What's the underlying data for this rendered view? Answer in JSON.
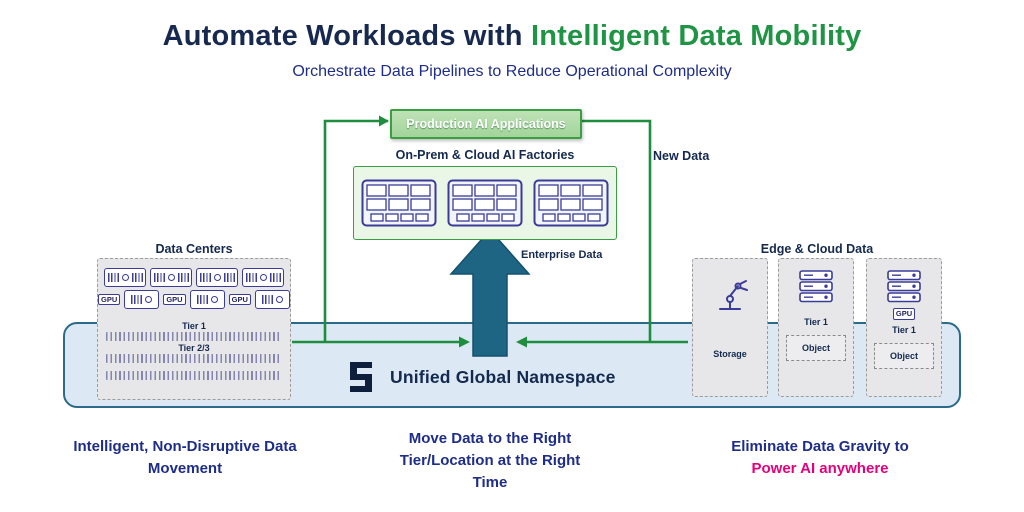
{
  "title": {
    "part1": "Automate Workloads with ",
    "part2": "Intelligent Data Mobility"
  },
  "subtitle": "Orchestrate Data Pipelines to Reduce Operational Complexity",
  "flow": {
    "production_apps": "Production AI Applications",
    "factories_label": "On-Prem & Cloud AI Factories",
    "new_data": "New Data",
    "enterprise_data": "Enterprise Data"
  },
  "namespace": {
    "label": "Unified Global Namespace"
  },
  "data_centers": {
    "label": "Data Centers",
    "gpu": "GPU",
    "tier1": "Tier 1",
    "tier23": "Tier 2/3"
  },
  "edge_cloud": {
    "label": "Edge & Cloud Data",
    "storage": "Storage",
    "tier1": "Tier 1",
    "object": "Object",
    "gpu": "GPU"
  },
  "captions": {
    "left": "Intelligent, Non-Disruptive Data Movement",
    "center": "Move Data to the Right Tier/Location at the Right Time",
    "right_line1": "Eliminate Data Gravity to",
    "right_line2": "Power AI anywhere"
  },
  "colors": {
    "title_navy": "#17294e",
    "title_green": "#1f9444",
    "label_blue": "#1e2d87",
    "arrow_green": "#1e8e3e",
    "big_arrow_teal": "#1e6584",
    "magenta": "#e5007d",
    "icon_purple": "#3b3b98",
    "band_fill": "#dce9f5"
  }
}
